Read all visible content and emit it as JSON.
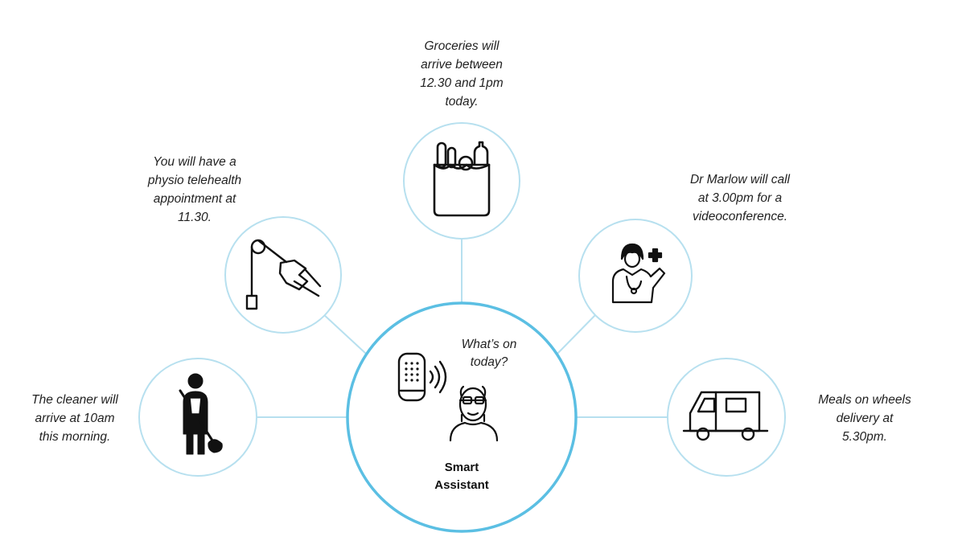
{
  "center": {
    "label_line1": "Smart",
    "label_line2": "Assistant",
    "question": "What’s on\ntoday?",
    "icons": [
      "smart-speaker-icon",
      "elderly-man-icon"
    ]
  },
  "nodes": [
    {
      "id": "groceries",
      "icon": "grocery-bag-icon",
      "caption": "Groceries will\narrive between\n12.30 and 1pm\ntoday."
    },
    {
      "id": "physio",
      "icon": "physio-pulley-icon",
      "caption": "You will have a\nphysio telehealth\nappointment at\n11.30."
    },
    {
      "id": "doctor",
      "icon": "doctor-icon",
      "caption": "Dr Marlow will call\nat 3.00pm for a\nvideoconference."
    },
    {
      "id": "cleaner",
      "icon": "cleaner-icon",
      "caption": "The cleaner will\narrive at 10am\nthis morning."
    },
    {
      "id": "meals",
      "icon": "delivery-van-icon",
      "caption": "Meals on wheels\ndelivery at\n5.30pm."
    }
  ],
  "colors": {
    "accent": "#5bbfe3",
    "connector": "#b7e0ef",
    "icon": "#111111"
  }
}
